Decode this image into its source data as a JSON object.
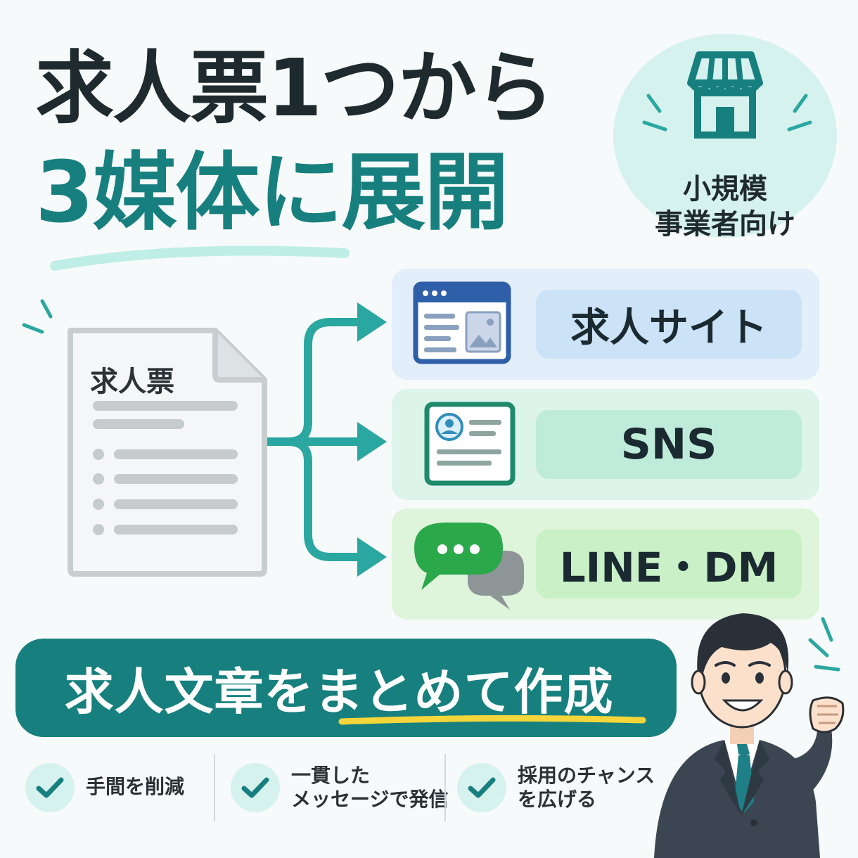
{
  "headline": {
    "line1": "求人票1つから",
    "line2": "3媒体に展開"
  },
  "badge": {
    "line1": "小規模",
    "line2": "事業者向け",
    "icon": "shop-icon"
  },
  "document": {
    "title": "求人票",
    "icon": "document-icon"
  },
  "channels": [
    {
      "label": "求人サイト",
      "icon": "browser-window-icon",
      "color": "#2f5fa8"
    },
    {
      "label": "SNS",
      "icon": "profile-card-icon",
      "color": "#1e8a6a"
    },
    {
      "label": "LINE・DM",
      "icon": "chat-bubbles-icon",
      "color": "#2aa84a"
    }
  ],
  "banner": {
    "text": "求人文章をまとめて作成"
  },
  "benefits": [
    {
      "line1": "手間を削減",
      "line2": ""
    },
    {
      "line1": "一貫した",
      "line2": "メッセージで発信"
    },
    {
      "line1": "採用のチャンス",
      "line2": "を広げる"
    }
  ],
  "colors": {
    "accent": "#17807f",
    "accent_light": "#d6f2ee",
    "highlight": "#f4d53a",
    "text_dark": "#1f2a2e"
  }
}
